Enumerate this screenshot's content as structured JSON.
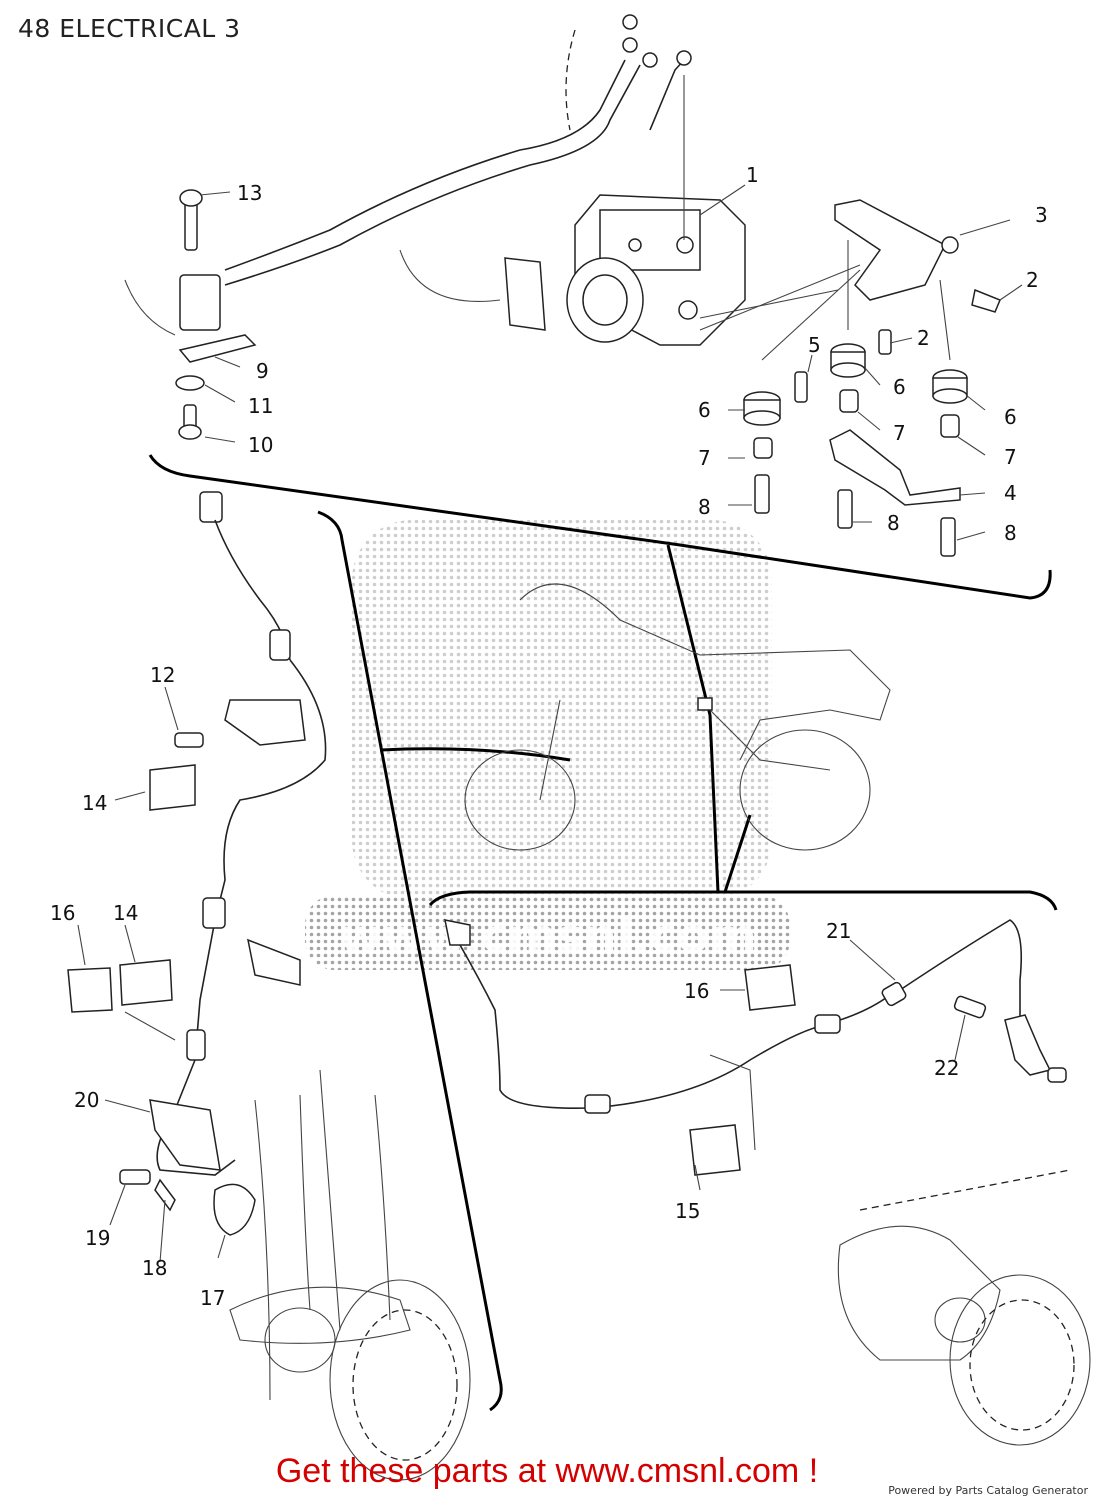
{
  "page": {
    "title": "48 ELECTRICAL 3"
  },
  "diagram": {
    "callouts": [
      "1",
      "2",
      "2",
      "3",
      "4",
      "5",
      "6",
      "6",
      "6",
      "7",
      "7",
      "7",
      "8",
      "8",
      "8",
      "9",
      "10",
      "11",
      "12",
      "13",
      "14",
      "14",
      "15",
      "16",
      "16",
      "17",
      "18",
      "19",
      "20",
      "21",
      "22"
    ],
    "watermark": "CMSNL",
    "watermark_url": "www.cmsnl.com"
  },
  "footer": {
    "promo": "Get these parts at www.cmsnl.com !",
    "powered_by": "Powered by Parts Catalog Generator"
  }
}
